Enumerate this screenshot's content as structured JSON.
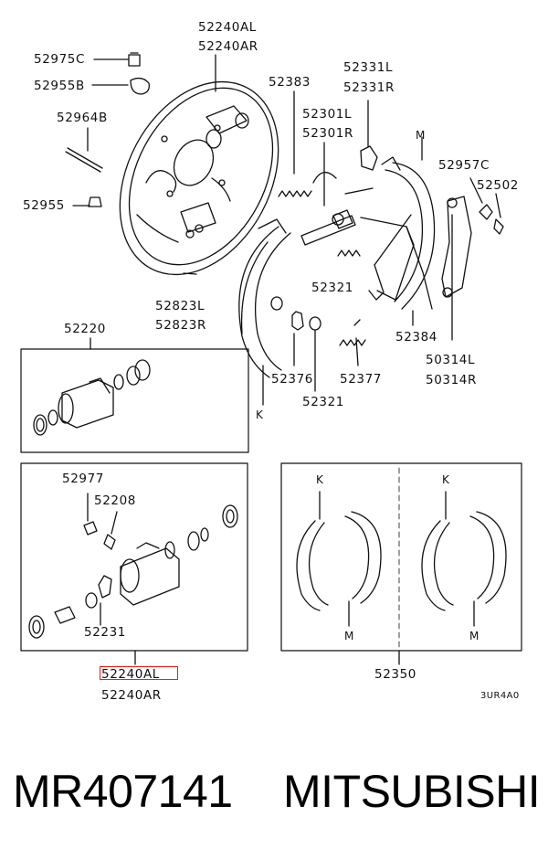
{
  "diagram": {
    "labels": {
      "wheel_cylinder_l": "52240AL",
      "wheel_cylinder_r": "52240AR",
      "bolt": "52975C",
      "cap": "52955B",
      "stud": "52964B",
      "cap_small": "52955",
      "backing_plate_l": "52823L",
      "backing_plate_r": "52823R",
      "spring_top": "52383",
      "lever_l": "52331L",
      "lever_r": "52331R",
      "adjuster_l": "52301L",
      "adjuster_r": "52301R",
      "marker_m_top": "M",
      "clip": "52957C",
      "pin": "52502",
      "cup_upper": "52321",
      "cup_lower": "52321",
      "spring_a": "52376",
      "spring_b": "52377",
      "spring_right": "52384",
      "park_lever_l": "50314L",
      "park_lever_r": "50314R",
      "marker_k_main": "K",
      "kit_label": "52220",
      "cyl_cap": "52977",
      "bleeder": "52208",
      "cyl_kit": "52231",
      "assy_l": "52240AL",
      "assy_r": "52240AR",
      "shoe_set": "52350",
      "marker_k_left": "K",
      "marker_m_left": "M",
      "marker_k_right": "K",
      "marker_m_right": "M",
      "drawing_code": "3UR4A0"
    },
    "highlight_color": "#e0241b"
  },
  "caption": {
    "part_number": "MR407141",
    "brand": "MITSUBISHI"
  }
}
